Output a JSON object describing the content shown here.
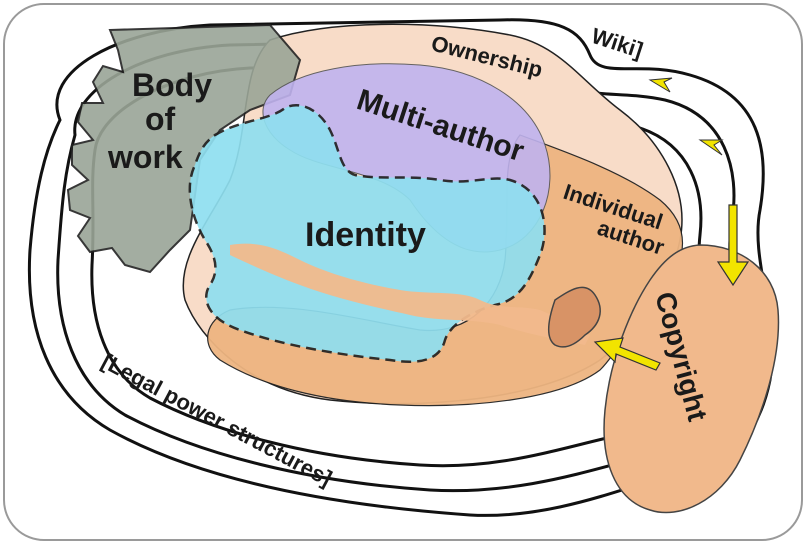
{
  "labels": {
    "body_of_work": [
      "Body",
      "of",
      "work"
    ],
    "multi_author": "Multi-author",
    "ownership": "Ownership",
    "wiki": "Wiki]",
    "identity": "Identity",
    "individual_author": [
      "Individual",
      "author"
    ],
    "copyright": "Copyright",
    "legal": "[Legal power structures]"
  },
  "colors": {
    "frame": "#9a9a9a",
    "gear": "#9aa597",
    "multi_author": "#c0b3ef",
    "identity": "#8fdff0",
    "ownership": "#f8dcc8",
    "individual_author": "#eeb581",
    "copyright": "#f1b98c",
    "arrow": "#f2e400"
  }
}
